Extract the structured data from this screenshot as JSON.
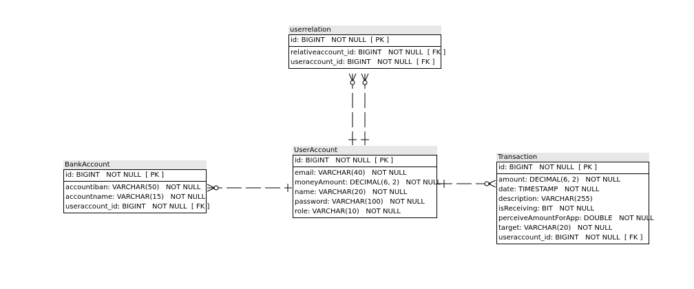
{
  "entities": {
    "userrelation": {
      "name": "userrelation",
      "pk": [
        "id: BIGINT   NOT NULL  [ PK ]"
      ],
      "attrs": [
        "relativeaccount_id: BIGINT   NOT NULL  [ FK ]",
        "useraccount_id: BIGINT   NOT NULL  [ FK ]"
      ]
    },
    "useraccount": {
      "name": "UserAccount",
      "pk": [
        "id: BIGINT   NOT NULL  [ PK ]"
      ],
      "attrs": [
        "email: VARCHAR(40)   NOT NULL",
        "moneyAmount: DECIMAL(6, 2)   NOT NULL",
        "name: VARCHAR(20)   NOT NULL",
        "password: VARCHAR(100)   NOT NULL",
        "role: VARCHAR(10)   NOT NULL"
      ]
    },
    "bankaccount": {
      "name": "BankAccount",
      "pk": [
        "id: BIGINT   NOT NULL  [ PK ]"
      ],
      "attrs": [
        "accountiban: VARCHAR(50)   NOT NULL",
        "accountname: VARCHAR(15)   NOT NULL",
        "useraccount_id: BIGINT   NOT NULL  [ FK ]"
      ]
    },
    "transaction": {
      "name": "Transaction",
      "pk": [
        "id: BIGINT   NOT NULL  [ PK ]"
      ],
      "attrs": [
        "amount: DECIMAL(6, 2)   NOT NULL",
        "date: TIMESTAMP   NOT NULL",
        "description: VARCHAR(255)",
        "isReceiving: BIT   NOT NULL",
        "perceiveAmountForApp: DOUBLE   NOT NULL",
        "target: VARCHAR(20)   NOT NULL",
        "useraccount_id: BIGINT   NOT NULL  [ FK ]"
      ]
    }
  },
  "relationships": [
    {
      "from": "userrelation",
      "to": "useraccount",
      "from_cardinality": "zero-or-many",
      "to_cardinality": "one"
    },
    {
      "from": "userrelation",
      "to": "useraccount",
      "from_cardinality": "zero-or-many",
      "to_cardinality": "one"
    },
    {
      "from": "bankaccount",
      "to": "useraccount",
      "from_cardinality": "zero-or-many",
      "to_cardinality": "one"
    },
    {
      "from": "transaction",
      "to": "useraccount",
      "from_cardinality": "zero-or-many",
      "to_cardinality": "one"
    }
  ]
}
